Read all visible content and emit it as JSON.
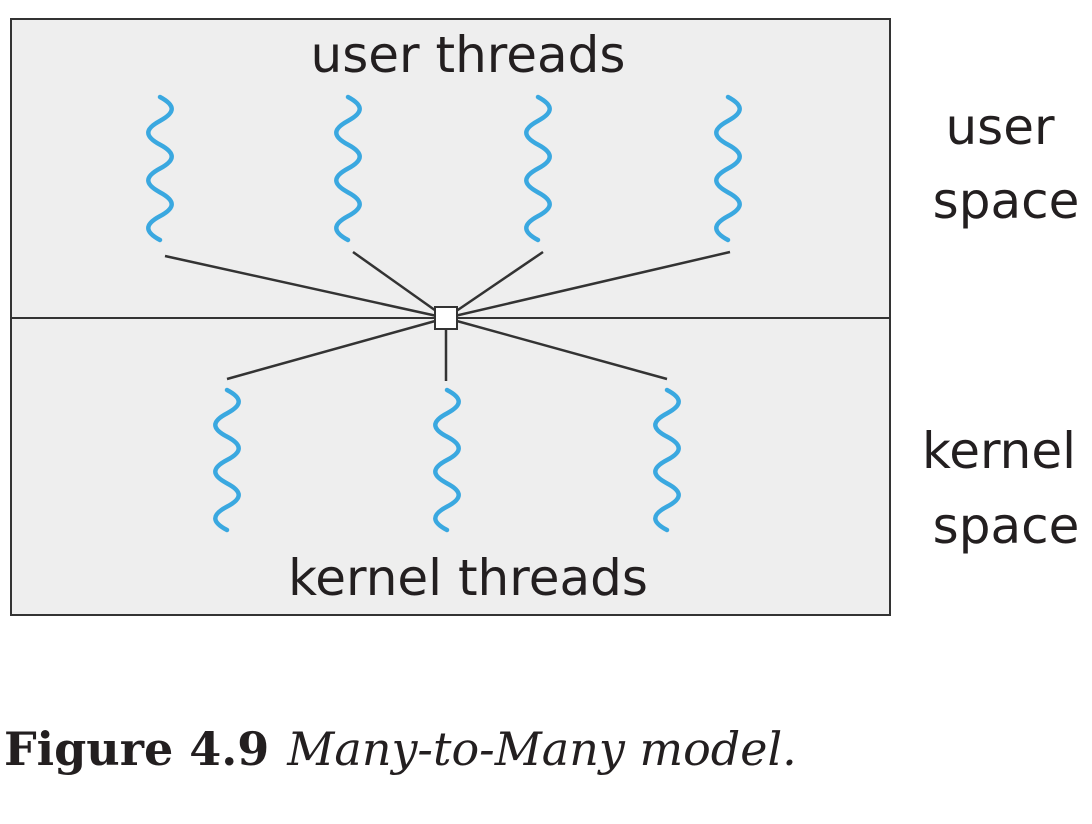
{
  "diagram": {
    "user_threads_label": "user threads",
    "kernel_threads_label": "kernel threads",
    "user_space_label": [
      "user",
      "space"
    ],
    "kernel_space_label": [
      "kernel",
      "space"
    ],
    "user_thread_count": 4,
    "kernel_thread_count": 3,
    "colors": {
      "thread": "#3aa8e0",
      "panel_fill": "#eeeeee",
      "border": "#333333",
      "text": "#231f20"
    }
  },
  "caption": {
    "figure_label": "Figure 4.9",
    "figure_title": "Many-to-Many model."
  }
}
